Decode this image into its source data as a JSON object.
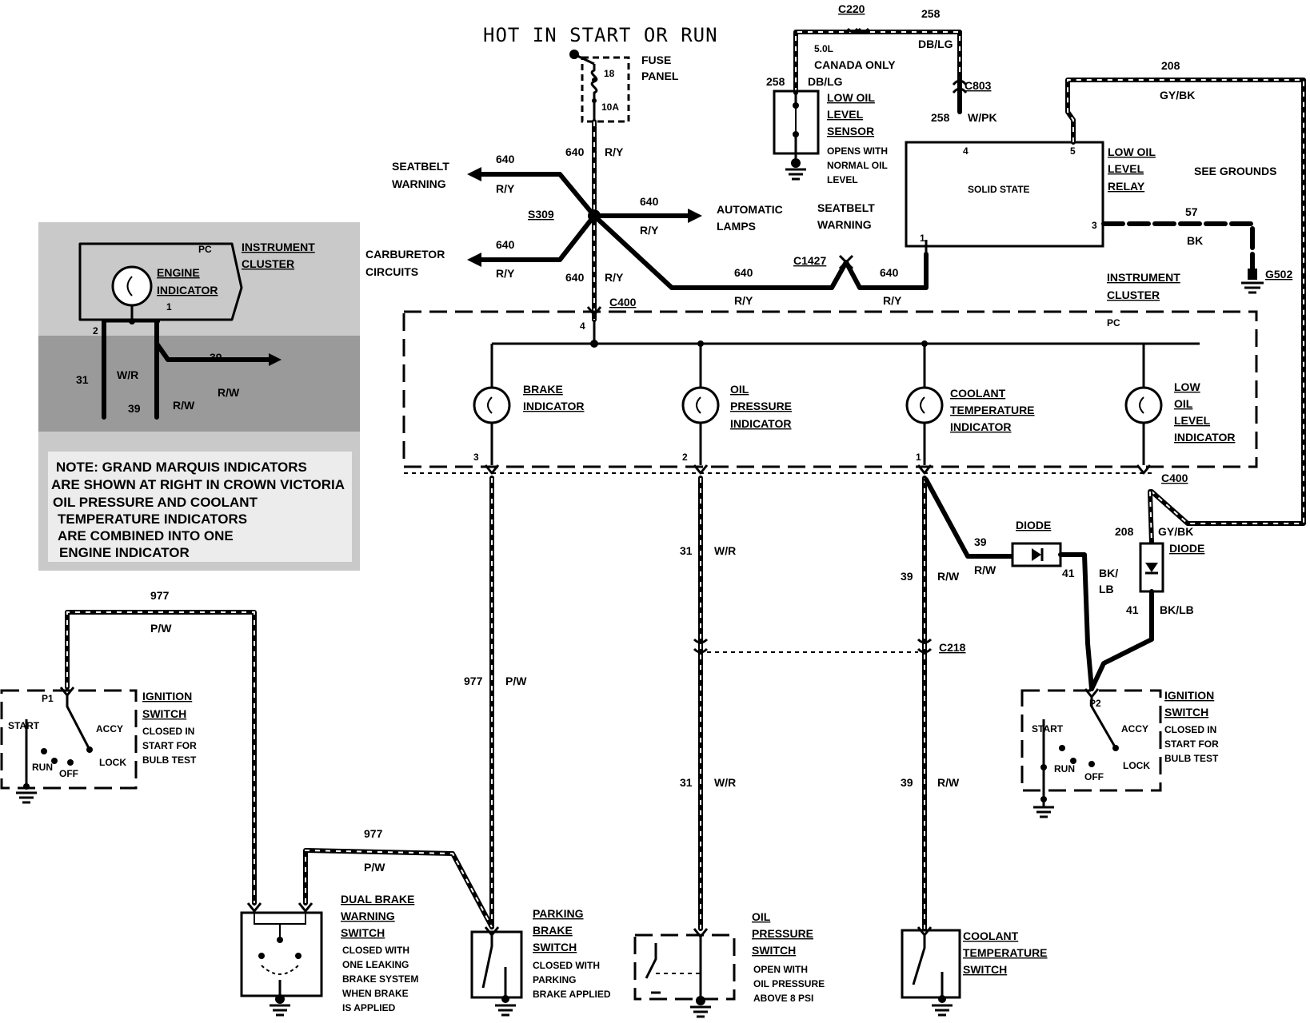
{
  "title": "HOT IN START OR RUN",
  "fuse": {
    "number": "18",
    "rating": "10A",
    "label_1": "FUSE",
    "label_2": "PANEL"
  },
  "splice": "S309",
  "connectors": {
    "c220": "C220",
    "c803": "C803",
    "c1427": "C1427",
    "c400_top": "C400",
    "c400_right": "C400",
    "c218": "C218",
    "g502": "G502"
  },
  "circuits": {
    "c640": "640",
    "ry": "R/Y",
    "c258": "258",
    "dblg": "DB/LG",
    "wpk": "W/PK",
    "c208": "208",
    "gybk": "GY/BK",
    "c57": "57",
    "bk": "BK",
    "c31": "31",
    "wr": "W/R",
    "c39": "39",
    "rw": "R/W",
    "c41": "41",
    "bklb": "BK/LB",
    "bk_slash": "BK/",
    "lb": "LB",
    "c977": "977",
    "pw": "P/W"
  },
  "branches": {
    "seatbelt_1": "SEATBELT",
    "seatbelt_2": "WARNING",
    "carb_1": "CARBURETOR",
    "carb_2": "CIRCUITS",
    "auto_1": "AUTOMATIC",
    "auto_2": "LAMPS",
    "seatbelt_r1": "SEATBELT",
    "seatbelt_r2": "WARNING"
  },
  "canada_1": "5.0L",
  "canada_2": "CANADA ONLY",
  "sensor": {
    "l1": "LOW OIL",
    "l2": "LEVEL",
    "l3": "SENSOR",
    "n1": "OPENS WITH",
    "n2": "NORMAL OIL",
    "n3": "LEVEL"
  },
  "relay": {
    "body": "SOLID STATE",
    "l1": "LOW OIL",
    "l2": "LEVEL",
    "l3": "RELAY",
    "pin4": "4",
    "pin5": "5",
    "pin1": "1",
    "pin3": "3"
  },
  "see_grounds": "SEE GROUNDS",
  "cluster": {
    "l1": "INSTRUMENT",
    "l2": "CLUSTER",
    "pc": "PC",
    "pin4": "4",
    "pin3": "3",
    "pin2": "2",
    "pin1": "1"
  },
  "indicators": {
    "brake_1": "BRAKE",
    "brake_2": "INDICATOR",
    "oil_1": "OIL",
    "oil_2": "PRESSURE",
    "oil_3": "INDICATOR",
    "cool_1": "COOLANT",
    "cool_2": "TEMPERATURE",
    "cool_3": "INDICATOR",
    "low_1": "LOW",
    "low_2": "OIL",
    "low_3": "LEVEL",
    "low_4": "INDICATOR"
  },
  "diode": "DIODE",
  "inset": {
    "l1": "INSTRUMENT",
    "l2": "CLUSTER",
    "pc": "PC",
    "eng_1": "ENGINE",
    "eng_2": "INDICATOR",
    "pin2": "2",
    "pin1": "1",
    "note": [
      "NOTE: GRAND MARQUIS INDICATORS",
      "ARE SHOWN AT RIGHT IN CROWN VICTORIA",
      "OIL PRESSURE AND COOLANT",
      "TEMPERATURE INDICATORS",
      "ARE COMBINED INTO ONE",
      "ENGINE INDICATOR"
    ]
  },
  "ignition": {
    "l1": "IGNITION",
    "l2": "SWITCH",
    "n1": "CLOSED IN",
    "n2": "START FOR",
    "n3": "BULB TEST",
    "start": "START",
    "accy": "ACCY",
    "run": "RUN",
    "off": "OFF",
    "lock": "LOCK",
    "p1": "P1",
    "p2": "P2"
  },
  "dual_brake": {
    "l1": "DUAL BRAKE",
    "l2": "WARNING",
    "l3": "SWITCH",
    "n1": "CLOSED WITH",
    "n2": "ONE LEAKING",
    "n3": "BRAKE SYSTEM",
    "n4": "WHEN BRAKE",
    "n5": "IS APPLIED"
  },
  "parking": {
    "l1": "PARKING",
    "l2": "BRAKE",
    "l3": "SWITCH",
    "n1": "CLOSED WITH",
    "n2": "PARKING",
    "n3": "BRAKE APPLIED"
  },
  "oil_switch": {
    "l1": "OIL",
    "l2": "PRESSURE",
    "l3": "SWITCH",
    "n1": "OPEN WITH",
    "n2": "OIL PRESSURE",
    "n3": "ABOVE 8 PSI"
  },
  "coolant_switch": {
    "l1": "COOLANT",
    "l2": "TEMPERATURE",
    "l3": "SWITCH"
  }
}
